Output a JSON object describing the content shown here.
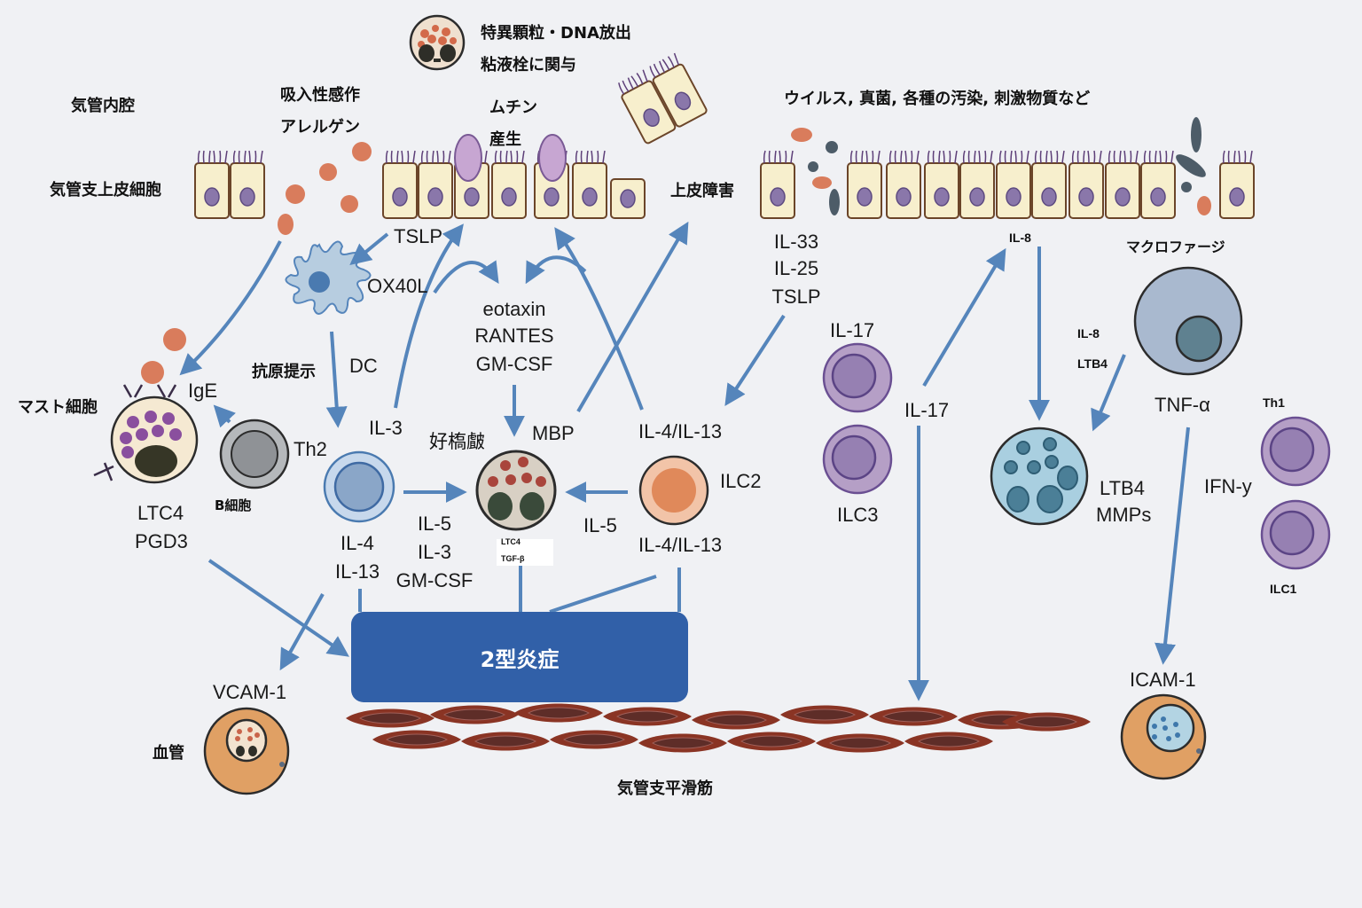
{
  "labels": {
    "airway_lumen": "気管内腔",
    "bronchial_epithelium": "気管支上皮細胞",
    "inhaled_allergen_line1": "吸入性感作",
    "inhaled_allergen_line2": "アレルゲン",
    "granule_release_line1": "特異顆粒・DNA放出",
    "granule_release_line2": "粘液栓に関与",
    "mucin_line1": "ムチン",
    "mucin_line2": "産生",
    "epithelial_damage": "上皮障害",
    "environmental_triggers": "ウイルス, 真菌, 各種の汚染, 刺激物質など",
    "tslp_top": "TSLP",
    "ox40l": "OX40L",
    "antigen_presentation": "抗原提示",
    "dc": "DC",
    "mast_cell": "マスト細胞",
    "ige": "IgE",
    "th2": "Th2",
    "b_cell": "B細胞",
    "mast_ltc4": "LTC4",
    "mast_pgd": "PGD3",
    "il3_th2": "IL-3",
    "th2_il4": "IL-4",
    "th2_il13": "IL-13",
    "chemokines": [
      "eotaxin",
      "RANTES",
      "GM-CSF"
    ],
    "eosinophil": "好槗皻",
    "mbp": "MBP",
    "il4_il13_upper": "IL-4/IL-13",
    "il4_il13_lower": "IL-4/IL-13",
    "ilc2": "ILC2",
    "il5_from_ilc2": "IL-5",
    "th2_to_eos": [
      "IL-5",
      "IL-3",
      "GM-CSF"
    ],
    "eos_ltc4": "LTC4",
    "eos_tgfb": "TGF-β",
    "alarmins": [
      "IL-33",
      "IL-25",
      "TSLP"
    ],
    "ilc3_il17": "IL-17",
    "ilc3": "ILC3",
    "il17_mid": "IL-17",
    "il8_top": "IL-8",
    "macrophage": "マクロファージ",
    "macro_il8": "IL-8",
    "macro_ltb4": "LTB4",
    "tnf": "TNF-α",
    "neutrophil_products": [
      "LTB4",
      "MMPs"
    ],
    "th1": "Th1",
    "ifn": "IFN-y",
    "ilc1": "ILC1",
    "type2_inflammation": "2型炎症",
    "vcam": "VCAM-1",
    "blood_vessel": "血管",
    "icam": "ICAM-1",
    "smooth_muscle": "気管支平滑筋"
  },
  "colors": {
    "background": "#f0f1f4",
    "arrow": "#5585bb",
    "type2_box": "#3160a8",
    "epithelium_fill": "#f7efcd",
    "epithelium_border": "#6b4529",
    "nucleus": "#8a77aa",
    "allergen": "#d97c5c",
    "smooth_muscle": "#8a3424",
    "lymphocyte_purple": "#b59fc6",
    "neutrophil_blue": "#a9cfe0",
    "macrophage_blue": "#a9b9cf",
    "ilc2_orange": "#f2c4a8",
    "vessel_orange": "#e0a064"
  }
}
